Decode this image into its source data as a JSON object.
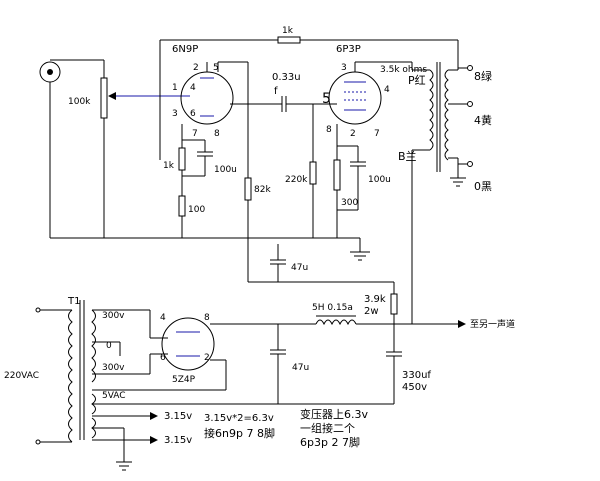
{
  "labels": {
    "r_feedback": "1k",
    "tube1": "6N9P",
    "tube2": "6P3P",
    "pot": "100k",
    "cap_coupling": "0.33u",
    "node_f": "f",
    "pin5_big": "5",
    "ot_impedance": "3.5k ohms",
    "ot_p": "P红",
    "ot_b": "B兰",
    "tap_8": "8绿",
    "tap_4": "4黄",
    "tap_0": "0黑",
    "r_cathode": "1k",
    "r_cathode2": "100",
    "c_cathode": "100u",
    "r_plate": "82k",
    "r_grid": "220k",
    "r_cath2": "300",
    "c_cath2": "100u",
    "c_47a": "47u",
    "r_3k9": "3.9k",
    "r_3k9_w": "2w",
    "choke": "5H 0.15a",
    "to_other": "至另一声道",
    "c_47b": "47u",
    "c_330": "330uf",
    "c_330_v": "450v",
    "transformer": "T1",
    "sec_300a": "300v",
    "sec_0": "0",
    "sec_300b": "300v",
    "sec_5": "5VAC",
    "rect": "5Z4P",
    "heater1": "3.15v",
    "heater2": "3.15v",
    "mains": "220VAC",
    "note_heater": "3.15v*2=6.3v",
    "note_heater2": "接6n9p 7 8脚",
    "note_right1": "变压器上6.3v",
    "note_right2": "一组接二个",
    "note_right3": "6p3p 2 7脚"
  },
  "pins": {
    "t1_2": "2",
    "t1_5": "5",
    "t1_1": "1",
    "t1_4": "4",
    "t1_3": "3",
    "t1_6": "6",
    "t1_7": "7",
    "t1_8": "8",
    "t2_3": "3",
    "t2_4": "4",
    "t2_8": "8",
    "t2_2": "2",
    "t2_7": "7",
    "r_4": "4",
    "r_8": "8",
    "r_6": "6",
    "r_2": "2"
  }
}
